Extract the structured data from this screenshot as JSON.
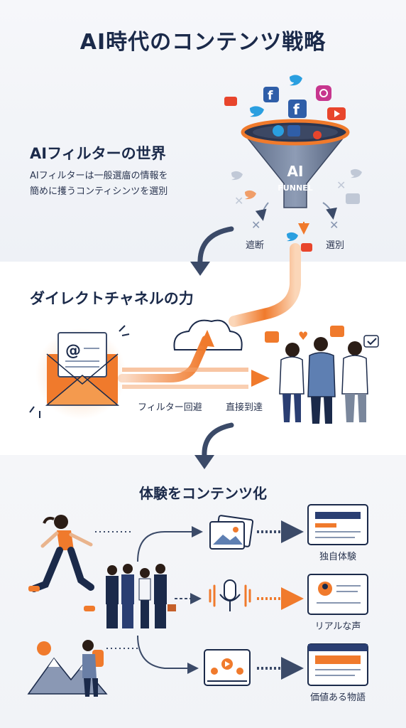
{
  "title": "AI時代のコンテンツ戦略",
  "section1": {
    "heading": "AIフィルターの世界",
    "desc_line1": "AIフィルターは一般選庿の情報を",
    "desc_line2": "簡めに擭うコンティシンツを選別",
    "funnel_label1": "AI",
    "funnel_label2": "FUNNEL",
    "blocked_label": "遮断",
    "selected_label": "選別"
  },
  "section2": {
    "heading": "ダイレクトチャネルの力",
    "bypass_label": "フィルター回避",
    "direct_label": "直接到達"
  },
  "section3": {
    "heading": "体験をコンテンツ化",
    "outputs": [
      "独自体験",
      "リアルな声",
      "価値ある物語"
    ]
  },
  "colors": {
    "navy": "#1b2a4a",
    "orange": "#f07a2c",
    "steel": "#5f6f8c"
  }
}
